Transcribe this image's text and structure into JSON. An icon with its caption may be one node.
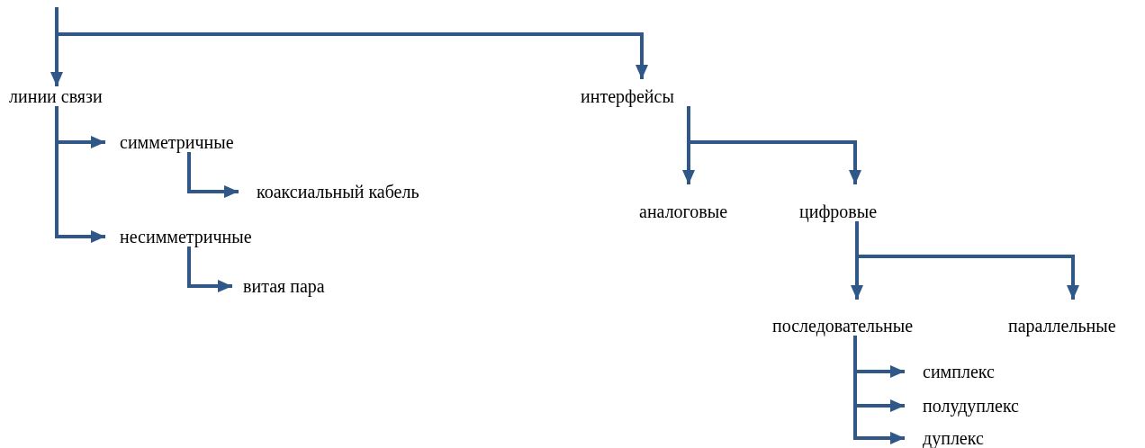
{
  "diagram": {
    "nodes": [
      {
        "text": [
          "линии связи"
        ]
      },
      {
        "text": [
          "интерфейсы"
        ]
      },
      {
        "text": [
          "симметричные"
        ]
      },
      {
        "text": [
          "коаксиальный кабель"
        ]
      },
      {
        "text": [
          "несимметричные"
        ]
      },
      {
        "text": [
          "витая пара"
        ]
      },
      {
        "text": [
          "аналоговые"
        ]
      },
      {
        "text": [
          "цифровые"
        ]
      },
      {
        "text": [
          "последовательные"
        ]
      },
      {
        "text": [
          "параллельные"
        ]
      },
      {
        "text": [
          "симплекс"
        ]
      },
      {
        "text": [
          "полудуплекс"
        ]
      },
      {
        "text": [
          "дуплекс"
        ]
      }
    ],
    "edges": [
      {
        "from": null,
        "to": 0,
        "arrow": "to"
      },
      {
        "from": null,
        "to": 1,
        "arrow": "to"
      },
      {
        "from": 0,
        "to": 2,
        "arrow": "to"
      },
      {
        "from": 0,
        "to": 4,
        "arrow": "to"
      },
      {
        "from": 2,
        "to": 3,
        "arrow": "to"
      },
      {
        "from": 4,
        "to": 5,
        "arrow": "to"
      },
      {
        "from": 1,
        "to": 6,
        "arrow": "to"
      },
      {
        "from": 1,
        "to": 7,
        "arrow": "to"
      },
      {
        "from": 7,
        "to": 8,
        "arrow": "to"
      },
      {
        "from": 7,
        "to": 9,
        "arrow": "to"
      },
      {
        "from": 8,
        "to": 10,
        "arrow": "to"
      },
      {
        "from": 8,
        "to": 11,
        "arrow": "to"
      },
      {
        "from": 8,
        "to": 12,
        "arrow": "to"
      }
    ]
  }
}
